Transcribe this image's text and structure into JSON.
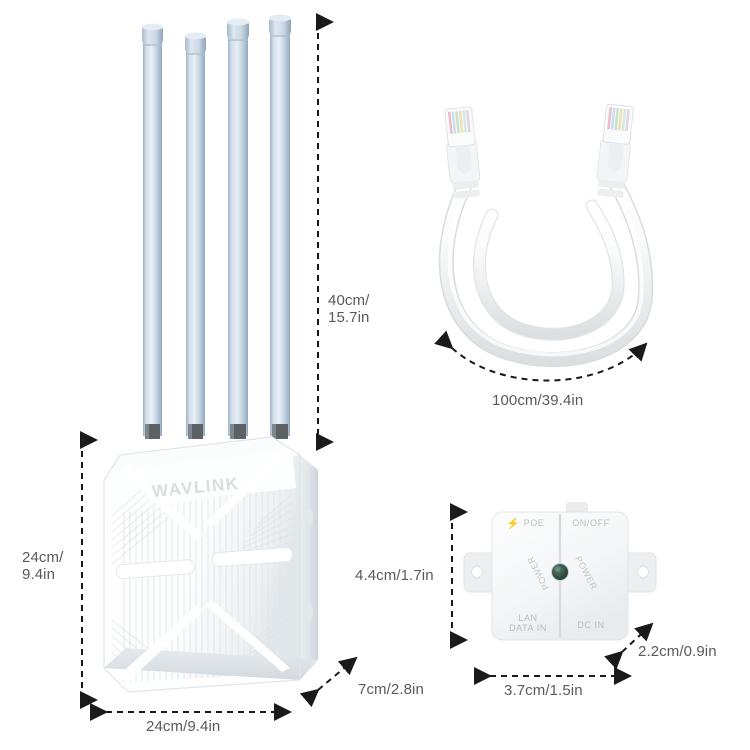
{
  "page": {
    "background": "#ffffff",
    "title": "WAVLINK outdoor access point dimension diagram"
  },
  "brand": {
    "logo_text": "WAVLINK",
    "logo_color": "#d9dde0"
  },
  "dimensions": {
    "antenna_height": "40cm/\n15.7in",
    "device_height": "24cm/\n9.4in",
    "device_width": "24cm/9.4in",
    "device_depth": "7cm/2.8in",
    "cable_length": "100cm/39.4in",
    "injector_height": "4.4cm/1.7in",
    "injector_width": "3.7cm/1.5in",
    "injector_depth": "2.2cm/0.9in"
  },
  "injector": {
    "poe_label": "POE",
    "poe_bolt": "⚡",
    "onoff_label": "ON/OFF",
    "lan_label": "LAN\nDATA IN",
    "dc_label": "DC IN",
    "power_label_left": "POWER",
    "power_label_right": "POWER",
    "led_color": "#2f4a3c"
  },
  "colors": {
    "antenna_body": "#c3d2e2",
    "antenna_edge": "#93a7bd",
    "antenna_base": "#5c6166",
    "device_white": "#ffffff",
    "device_fin": "#eceff1",
    "device_shadow": "#d8dde1",
    "cable_white": "#f2f3f4",
    "dim_line": "#1a1a1a",
    "label_text": "#5a5a5a"
  },
  "parts": {
    "access_point": "outdoor-access-point",
    "antennas_count": 4,
    "ethernet_cable": "ethernet-patch-cable",
    "poe_injector": "poe-injector"
  }
}
